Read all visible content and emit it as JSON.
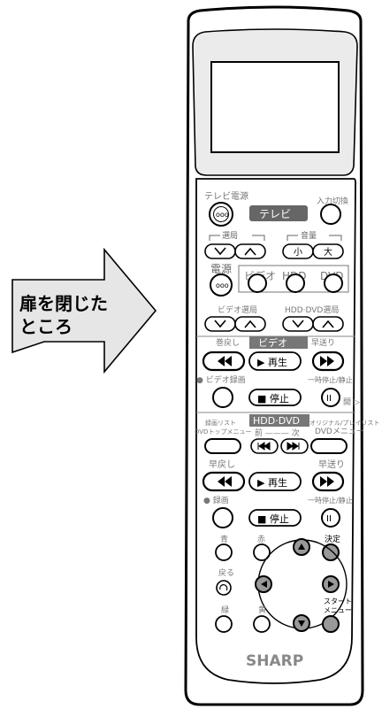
{
  "callout": {
    "line1": "扉を閉じた",
    "line2": "ところ"
  },
  "remote": {
    "power_tv_label": "テレビ電源",
    "input_label": "入力切換",
    "tv_badge": "テレビ",
    "channel_label": "選局",
    "volume_label": "音量",
    "vol_small": "小",
    "vol_large": "大",
    "power_label": "電源",
    "mode_video": "ビデオ",
    "mode_hdd": "HDD",
    "mode_dvd": "DVD",
    "video_channel_label": "ビデオ選局",
    "hdd_dvd_channel_label": "HDD·DVD選局",
    "rewind_label": "巻戻し",
    "video_badge": "ビデオ",
    "ffwd_label": "早送り",
    "play_label": "▶ 再生",
    "video_rec_label": "● ビデオ録画",
    "pause_label": "一時停止/静止",
    "stop_label": "■ 停止",
    "open_label": "開 ▷",
    "rec_list_label": "録画リスト",
    "dvd_top_menu_label": "DVDトップメニュー",
    "hdd_dvd_badge": "HDD·DVD",
    "prev_next_label": "前 ——— 次",
    "original_playlist_label": "オリジナル/プレイリスト",
    "dvd_menu_label": "DVDメニュー",
    "rewind2_label": "早戻し",
    "ffwd2_label": "早送り",
    "play2_label": "▶ 再生",
    "rec2_label": "● 録画",
    "pause2_label": "一時停止/静止",
    "stop2_label": "■ 停止",
    "blue_label": "青",
    "red_label": "赤",
    "enter_label": "決定",
    "back_label": "戻る",
    "green_label": "緑",
    "yellow_label": "黄",
    "start_menu_label": "スタート\nメニュー",
    "brand": "SHARP"
  }
}
